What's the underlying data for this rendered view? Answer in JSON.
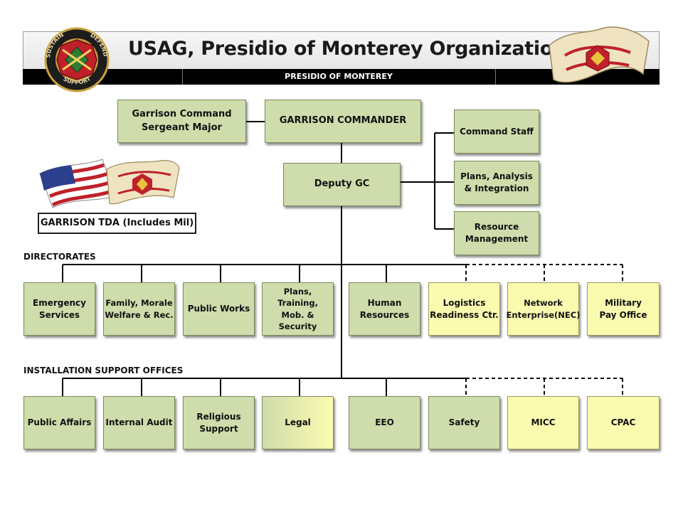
{
  "header": {
    "title": "USAG, Presidio of Monterey Organization",
    "subtitle": "PRESIDIO OF MONTEREY"
  },
  "emblem": {
    "ring_top": "SUSTAIN",
    "ring_right": "DEFEND",
    "ring_bottom": "SUPPORT"
  },
  "command": {
    "sergeant_major": "Garrison Command\nSergeant Major",
    "commander": "GARRISON COMMANDER",
    "deputy": "Deputy GC",
    "staff": [
      "Command Staff",
      "Plans, Analysis\n& Integration",
      "Resource\nManagement"
    ]
  },
  "tda_label": "GARRISON TDA (Includes Mil)",
  "directorates": {
    "label": "DIRECTORATES",
    "items": [
      {
        "label": "Emergency\nServices"
      },
      {
        "label": "Family, Morale\nWelfare & Rec."
      },
      {
        "label": "Public Works"
      },
      {
        "label": "Plans, Training,\nMob. & Security"
      },
      {
        "label": "Human\nResources"
      },
      {
        "label": "Logistics\nReadiness Ctr."
      },
      {
        "label": "Network\nEnterprise(NEC)"
      },
      {
        "label": "Military\nPay Office"
      }
    ]
  },
  "support_offices": {
    "label": "INSTALLATION SUPPORT OFFICES",
    "items": [
      {
        "label": "Public Affairs"
      },
      {
        "label": "Internal Audit"
      },
      {
        "label": "Religious\nSupport"
      },
      {
        "label": "Legal"
      },
      {
        "label": "EEO"
      },
      {
        "label": "Safety"
      },
      {
        "label": "MICC"
      },
      {
        "label": "CPAC"
      }
    ]
  },
  "colors": {
    "green_box": "#cfdcab",
    "yellow_box": "#fbfbb0",
    "header_bar": "#000000"
  }
}
